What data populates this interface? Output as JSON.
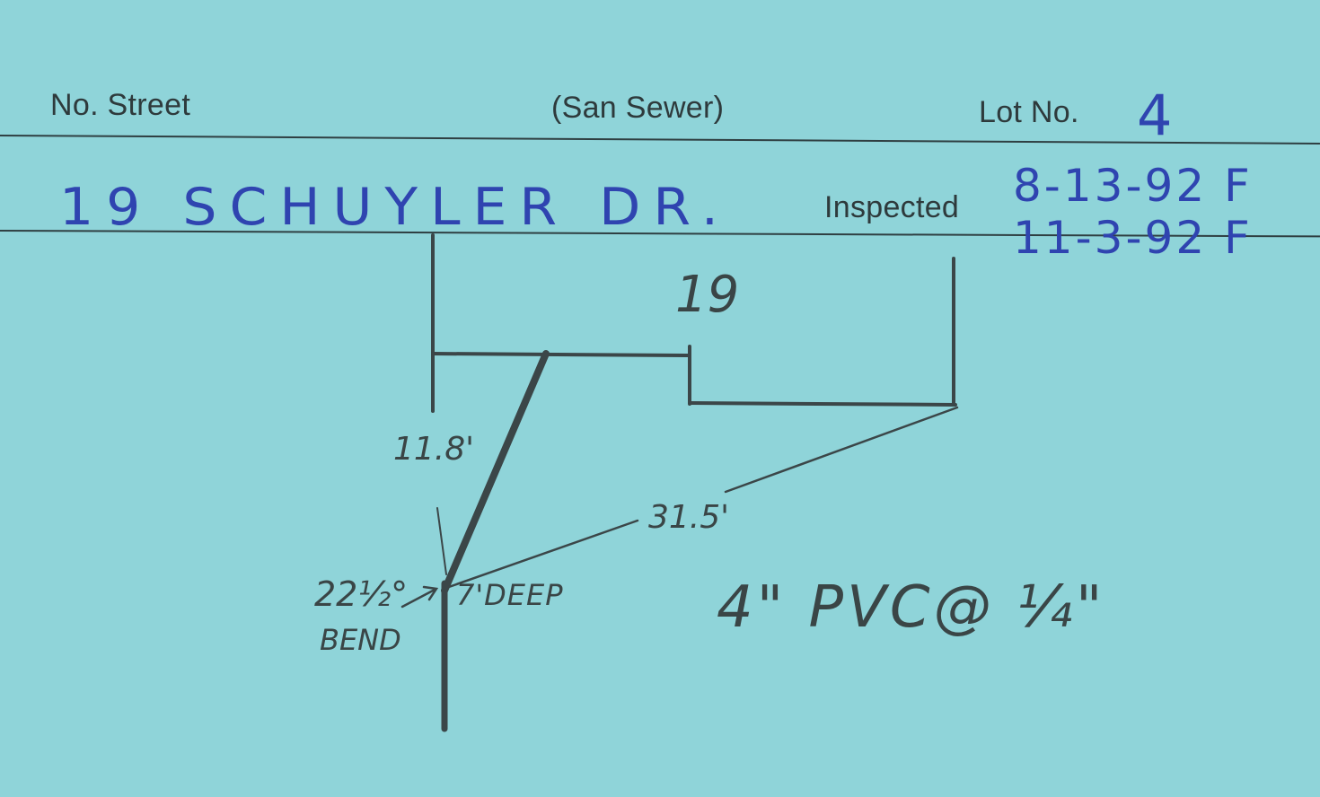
{
  "header": {
    "street_label": "No. Street",
    "type_label": "(San Sewer)",
    "lot_label": "Lot No.",
    "lot_value": "4"
  },
  "address": {
    "value": "19 SCHUYLER DR."
  },
  "inspection": {
    "label": "Inspected",
    "dates": [
      "8-13-92 F",
      "11-3-92 F"
    ]
  },
  "sketch": {
    "house_number": "19",
    "dimension_1": "11.8'",
    "dimension_2": "31.5'",
    "depth_note": "7'DEEP",
    "bend_angle": "22½°",
    "bend_label": "BEND",
    "pipe_spec": "4\" PVC@ ¼\""
  }
}
